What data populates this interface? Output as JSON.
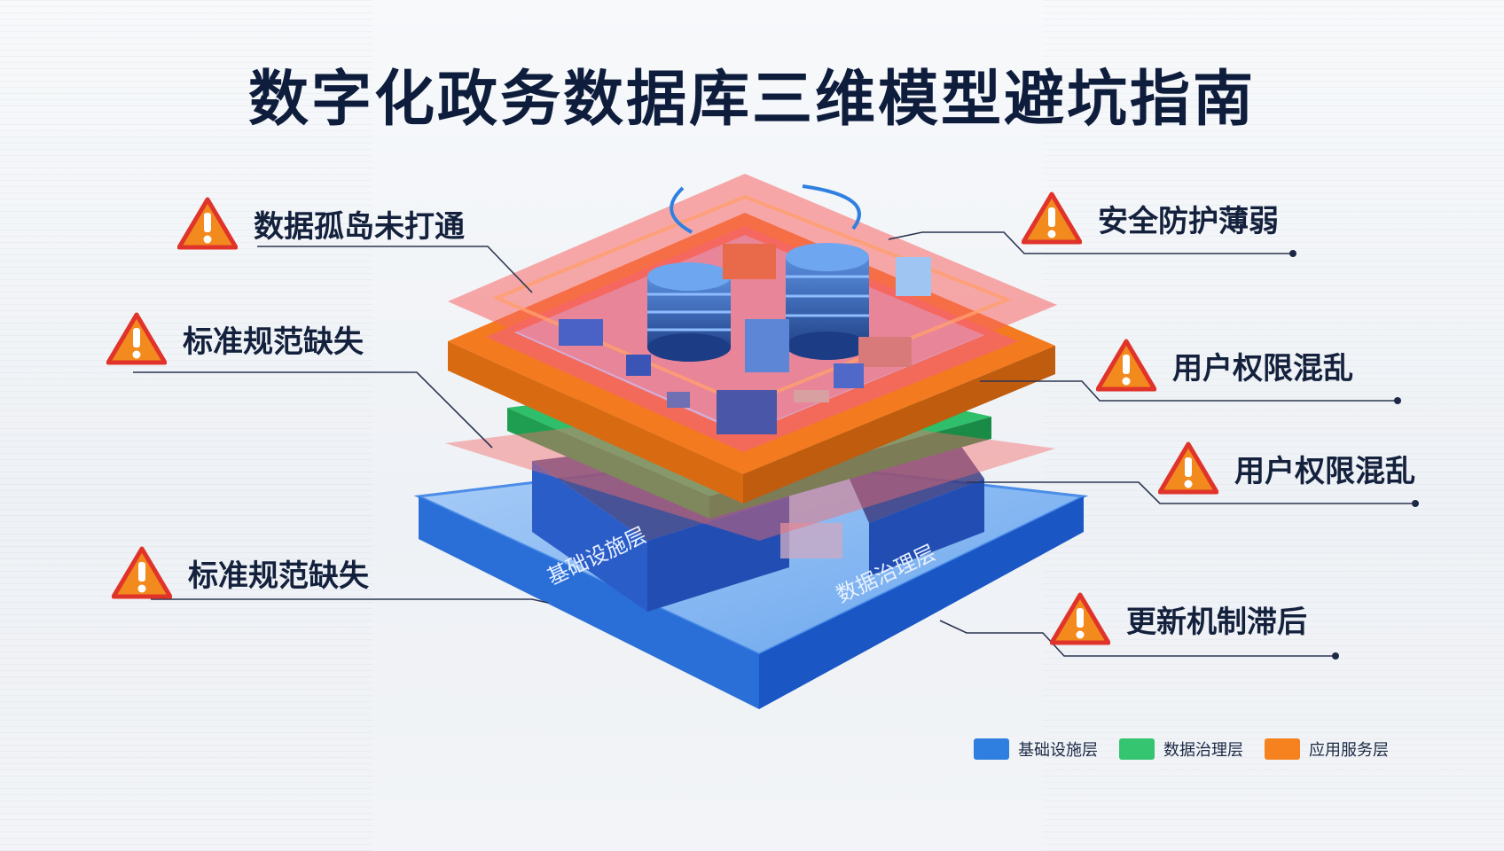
{
  "title": "数字化政务数据库三维模型避坑指南",
  "callouts": [
    {
      "label": "数据孤岛未打通",
      "icon": "warning-icon"
    },
    {
      "label": "标准规范缺失",
      "icon": "warning-icon"
    },
    {
      "label": "标准规范缺失",
      "icon": "warning-icon"
    },
    {
      "label": "安全防护薄弱",
      "icon": "warning-icon"
    },
    {
      "label": "用户权限混乱",
      "icon": "warning-icon"
    },
    {
      "label": "用户权限混乱",
      "icon": "warning-icon"
    },
    {
      "label": "更新机制滞后",
      "icon": "warning-icon"
    }
  ],
  "base_labels": [
    "基础设施层",
    "数据治理层"
  ],
  "legend": [
    {
      "label": "基础设施层",
      "color": "#2f7fe0"
    },
    {
      "label": "数据治理层",
      "color": "#35c46f"
    },
    {
      "label": "应用服务层",
      "color": "#f5821f"
    }
  ],
  "colors": {
    "warning_fill": "#f28a1e",
    "warning_border": "#e0342b",
    "title": "#0f1d3d"
  }
}
